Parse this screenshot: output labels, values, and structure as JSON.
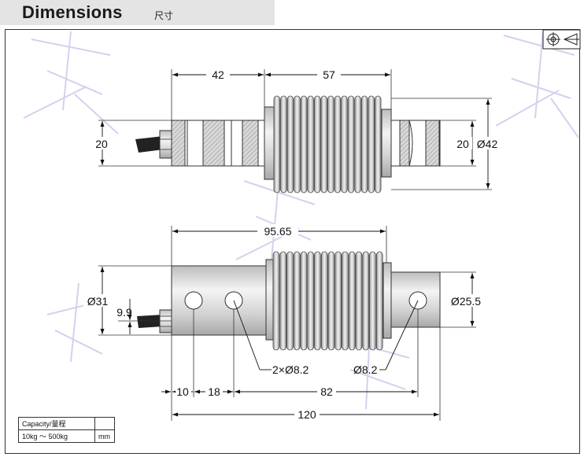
{
  "header": {
    "title": "Dimensions",
    "subtitle": "尺寸"
  },
  "symbol": {
    "icon": "first-angle-projection-icon"
  },
  "top_view": {
    "dims": {
      "left_length": "42",
      "bellows_length": "57",
      "left_height": "20",
      "right_height": "20",
      "outer_diameter": "Ø42"
    }
  },
  "front_view": {
    "dims": {
      "overall_hole_span": "95.65",
      "body_diameter": "Ø31",
      "cable_offset": "9.9",
      "right_diameter": "Ø25.5",
      "left_holes": "2×Ø8.2",
      "right_hole": "Ø8.2",
      "dim_10": "10",
      "dim_18": "18",
      "dim_82": "82",
      "overall_length": "120"
    }
  },
  "capacity_table": {
    "header": "Capacity/量程",
    "range": "10kg ～ 500kg",
    "unit": "mm"
  },
  "watermark": "text-watermark"
}
